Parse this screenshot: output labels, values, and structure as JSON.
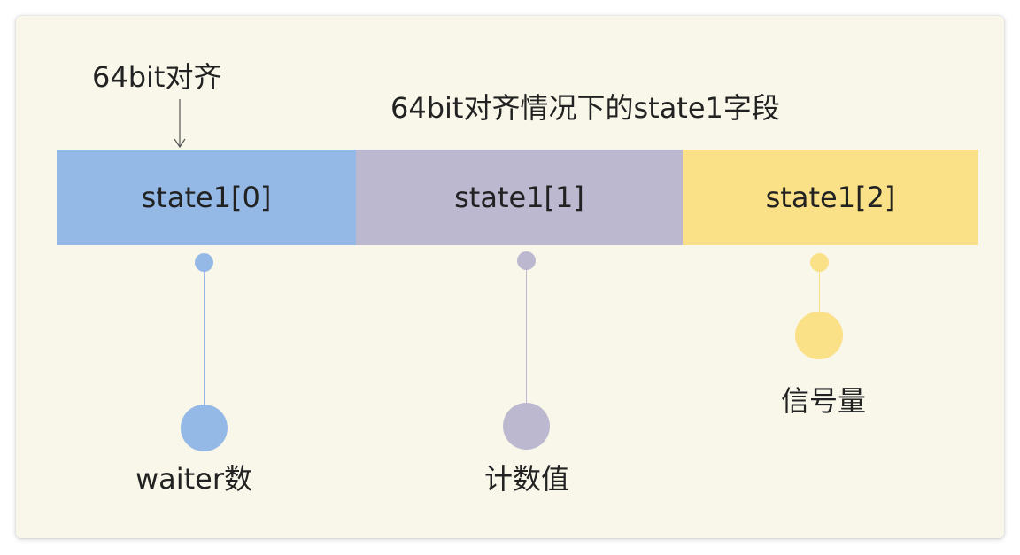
{
  "alignment_label": "64bit对齐",
  "title": "64bit对齐情况下的state1字段",
  "segments": [
    {
      "label": "state1[0]",
      "color": "#95b9e6"
    },
    {
      "label": "state1[1]",
      "color": "#bcb8d0"
    },
    {
      "label": "state1[2]",
      "color": "#fae086"
    }
  ],
  "callouts": [
    {
      "label": "waiter数",
      "color": "#95b9e6"
    },
    {
      "label": "计数值",
      "color": "#bcb8d0"
    },
    {
      "label": "信号量",
      "color": "#fae086"
    }
  ]
}
